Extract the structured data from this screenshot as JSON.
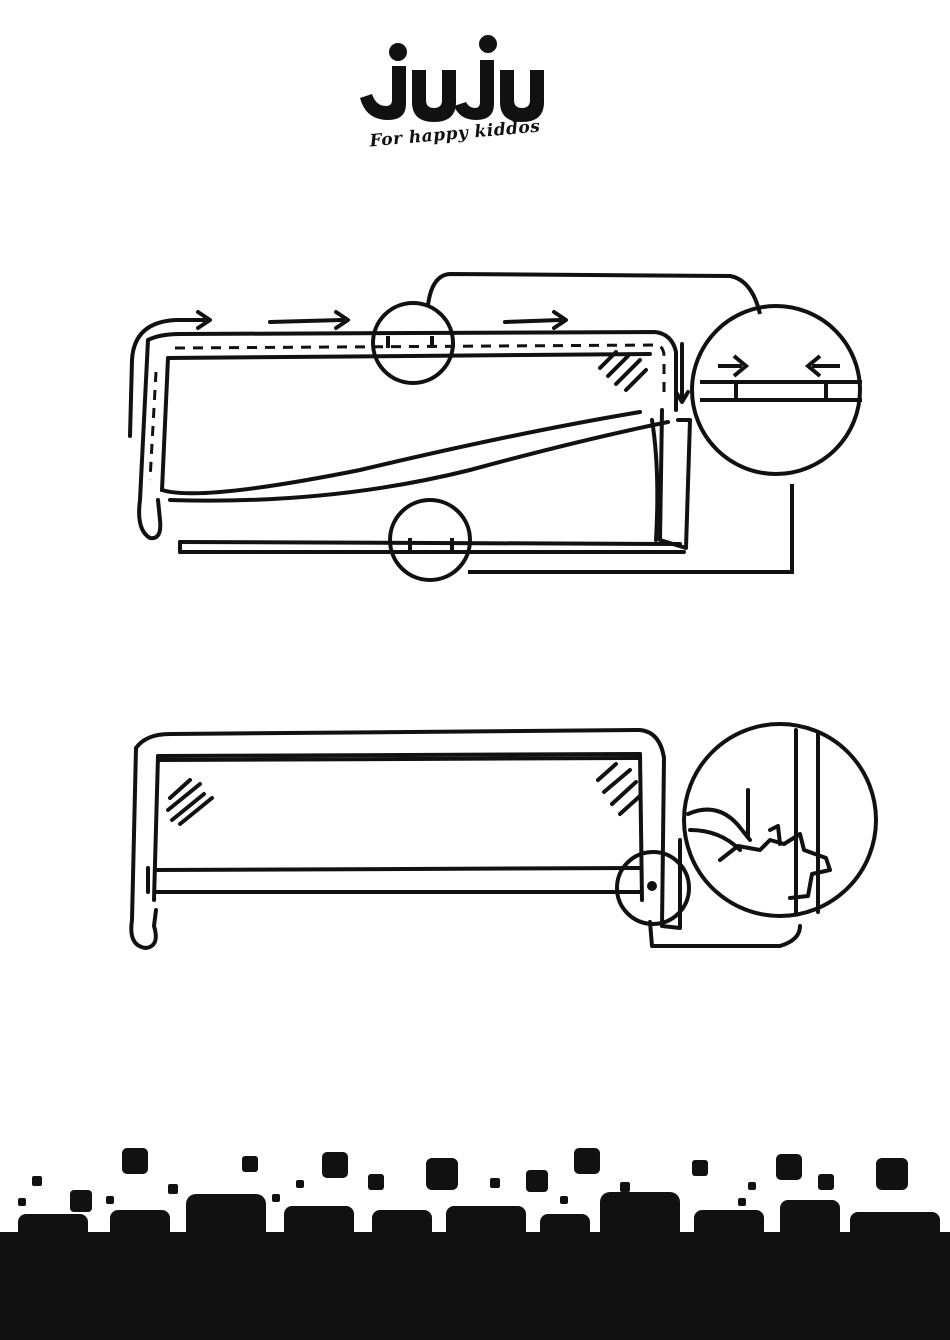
{
  "brand": {
    "name": "JUJU",
    "tagline": "For happy kiddos",
    "ink_color": "#111111"
  },
  "figures": [
    {
      "id": "step-1",
      "subject": "bed-rail-unfolding",
      "icons": [
        "arrow-right-icon",
        "arrow-down-icon",
        "slide-lock-detail-icon"
      ]
    },
    {
      "id": "step-2",
      "subject": "bed-rail-installed",
      "icons": [
        "foot-press-detail-icon"
      ]
    }
  ]
}
